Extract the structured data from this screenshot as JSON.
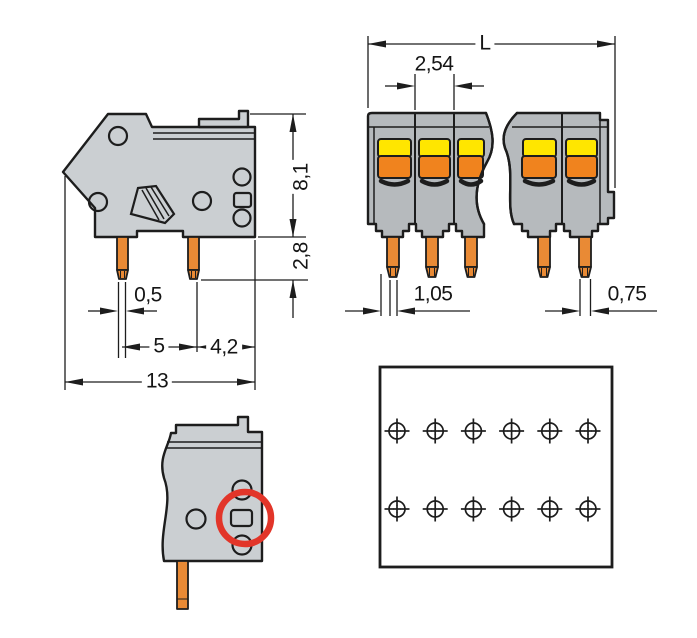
{
  "diagram": {
    "views": {
      "side": {
        "dim_height": "8,1",
        "dim_pin_length": "2,8",
        "dim_pin_width": "0,5",
        "dim_pin_spacing": "5",
        "dim_edge_offset": "4,2",
        "dim_total_width": "13"
      },
      "front": {
        "dim_total_length": "L",
        "dim_pitch": "2,54",
        "dim_pin_width": "1,05",
        "dim_pin_width_end": "0,75"
      },
      "drilling": {
        "rows": 2,
        "columns": 6
      }
    },
    "colors": {
      "background": "#ffffff",
      "body_gray": "#cbcfd2",
      "front_gray": "#b6babd",
      "button_yellow": "#ffe600",
      "button_orange": "#f0831e",
      "pin_orange": "#e98a35",
      "highlight_red": "#e23529",
      "line": "#1d1d1d"
    }
  }
}
